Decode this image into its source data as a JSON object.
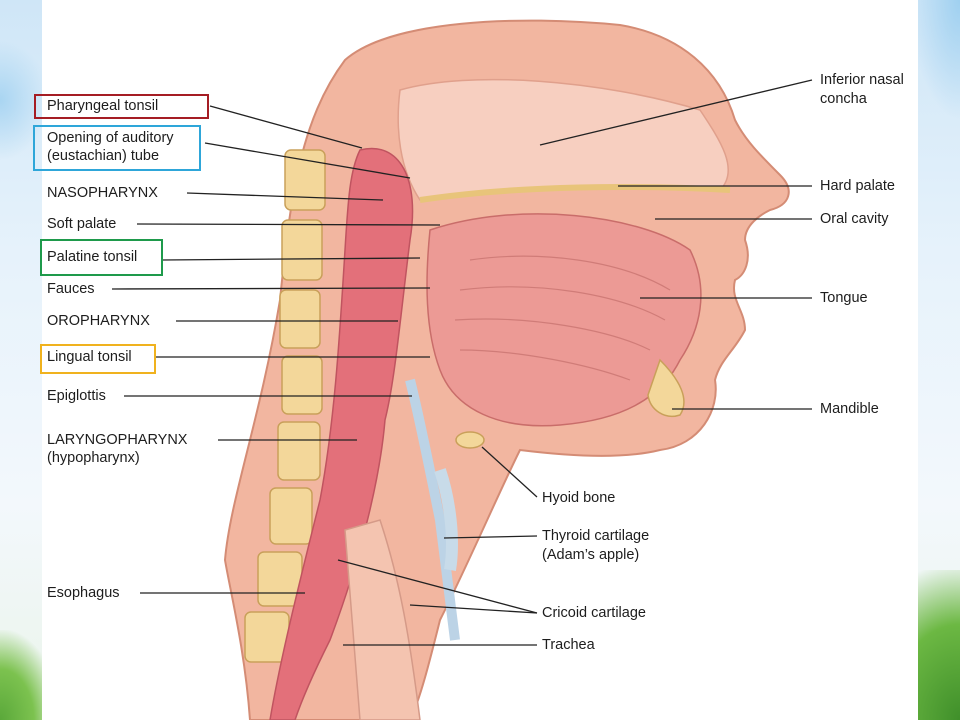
{
  "labels_left": {
    "pharyngeal_tonsil": "Pharyngeal tonsil",
    "auditory_tube_1": "Opening of auditory",
    "auditory_tube_2": "(eustachian) tube",
    "nasopharynx": "NASOPHARYNX",
    "soft_palate": "Soft palate",
    "palatine_tonsil": "Palatine tonsil",
    "fauces": "Fauces",
    "oropharynx": "OROPHARYNX",
    "lingual_tonsil": "Lingual tonsil",
    "epiglottis": "Epiglottis",
    "laryngopharynx_1": "LARYNGOPHARYNX",
    "laryngopharynx_2": "(hypopharynx)",
    "esophagus": "Esophagus"
  },
  "labels_right": {
    "inferior_nasal_1": "Inferior nasal",
    "inferior_nasal_2": "concha",
    "hard_palate": "Hard palate",
    "oral_cavity": "Oral cavity",
    "tongue": "Tongue",
    "mandible": "Mandible",
    "hyoid_bone": "Hyoid bone",
    "thyroid_1": "Thyroid cartilage",
    "thyroid_2": "(Adam’s apple)",
    "cricoid": "Cricoid cartilage",
    "trachea": "Trachea"
  },
  "highlight_colors": {
    "pharyngeal_tonsil": "#a51d24",
    "auditory_tube": "#2ea6d9",
    "palatine_tonsil": "#1e9a4b",
    "lingual_tonsil": "#f0b21e"
  }
}
